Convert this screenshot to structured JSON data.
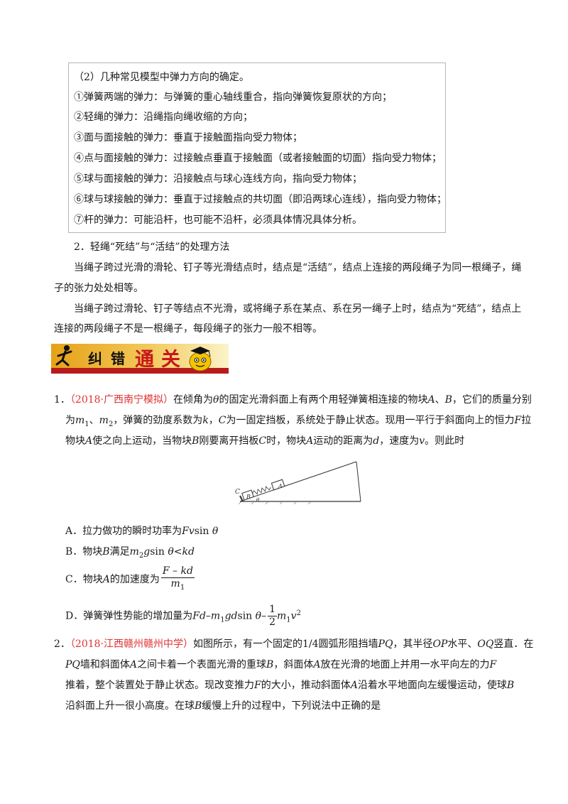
{
  "section": {
    "title": "（2）几种常见模型中弹力方向的确定。",
    "items": [
      "①弹簧两端的弹力：与弹簧的重心轴线重合，指向弹簧恢复原状的方向；",
      "②轻绳的弹力：沿绳指向绳收缩的方向；",
      "③面与面接触的弹力：垂直于接触面指向受力物体；",
      "④点与面接触的弹力：过接触点垂直于接触面（或者接触面的切面）指向受力物体；",
      "⑤球与面接触的弹力：沿接触点与球心连线方向，指向受力物体；",
      "⑥球与球接触的弹力：垂直于过接触点的共切面（即沿两球心连线），指向受力物体；",
      "⑦杆的弹力：可能沿杆，也可能不沿杆，必须具体情况具体分析。"
    ]
  },
  "knot": {
    "heading": "2．轻绳“死结”与“活结”的处理方法",
    "p1_line1": "当绳子跨过光滑的滑轮、钉子等光滑结点时，结点是“活结”，结点上连接的两段绳子为同一根绳子，绳",
    "p1_line2": "子的张力处处相等。",
    "p2_line1": "当绳子跨过滑轮、钉子等结点不光滑，或将绳子系在某点、系在另一绳子上时，结点为“死结”，结点上",
    "p2_line2": "连接的两段绳子不是一根绳子，每段绳子的张力一般不相等。"
  },
  "banner": {
    "chars": [
      "纠",
      "错",
      "通",
      "关"
    ]
  },
  "q1": {
    "number": "1．",
    "source": "（2018·广西南宁模拟）",
    "l1a": "在倾角为",
    "theta": "θ",
    "l1b": "的固定光滑斜面上有两个用轻弹簧相连接的物块",
    "A": "A",
    "sep": "、",
    "B": "B",
    "l1c": "，它们的质量分别",
    "l2a": "为",
    "m": "m",
    "s1": "1",
    "s2": "2",
    "l2b": "，弹簧的劲度系数为",
    "k": "k",
    "l2c": "，",
    "C": "C",
    "l2d": "为一固定挡板，系统处于静止状态。现用一平行于斜面向上的恒力",
    "F": "F",
    "l2e": "拉",
    "l3a": "物块",
    "l3b": "使之向上运动，当物块",
    "l3c": "刚要离开挡板",
    "l3d": "时，物块",
    "l3e": "运动的距离为",
    "d": "d",
    "l3f": "，速度为",
    "v": "v",
    "l3g": "。则此时",
    "fig": {
      "C": "C",
      "B": "B",
      "A": "A",
      "theta": "θ"
    },
    "optA_a": "A．拉力做功的瞬时功率为",
    "Fv": "Fv",
    "sin": "sin",
    "optA_b": "θ",
    "optB_a": "B．物块",
    "optB_b": "满足",
    "m2g": "m",
    "g": "g",
    "optB_c": "θ<",
    "kd": "kd",
    "optC_a": "C．物块",
    "optC_b": "的加速度为",
    "fracnum": "F – kd",
    "fracden": "m",
    "optD_a": "D．弹簧弹性势能的增加量为",
    "Fd": "Fd",
    "dash": "–",
    "m1gd": "gd",
    "half_num": "1",
    "half_den": "2",
    "v2": "v",
    "sq": "2"
  },
  "q2": {
    "number": "2．",
    "source": "（2018·江西赣州赣州中学）",
    "l1a": "如图所示，有一个固定的1/4圆弧形阻挡墙",
    "PQ": "PQ",
    "l1b": "，其半径",
    "OP": "OP",
    "l1c": "水平、",
    "OQ": "OQ",
    "l1d": "竖直．在",
    "l2a": "墙和斜面体",
    "A": "A",
    "l2b": "之间卡着一个表面光滑的重球",
    "B": "B",
    "l2c": "，斜面体",
    "l2d": "放在光滑的地面上并用一水平向左的力",
    "F": "F",
    "l3a": "推着，整个装置处于静止状态。现改变推力",
    "l3b": "的大小，推动斜面体",
    "l3c": "沿着水平地面向左缓慢运动，使球",
    "l4a": "沿斜面上升一很小高度。在球",
    "l4b": "缓慢上升的过程中，下列说法中正确的是"
  }
}
